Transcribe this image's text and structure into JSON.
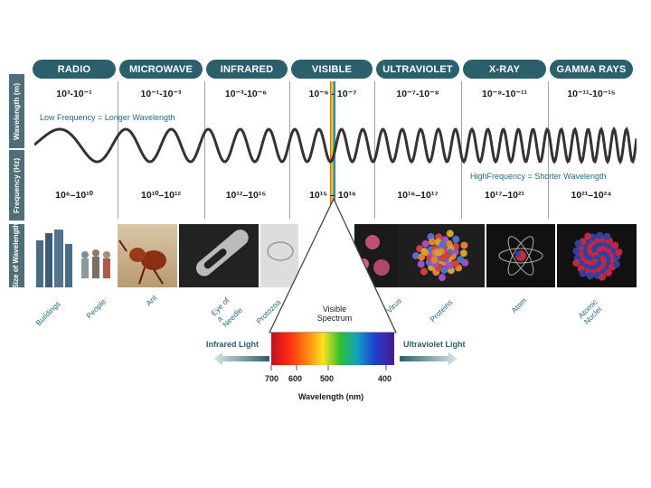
{
  "side_labels": {
    "wavelength": "Wavelength (m)",
    "frequency": "Frequency (Hz)",
    "size": "Size of Wavelength"
  },
  "bands": [
    {
      "name": "RADIO",
      "wavelength": "10³-10⁻¹",
      "frequency": "10⁶–10¹⁰"
    },
    {
      "name": "MICROWAVE",
      "wavelength": "10⁻¹-10⁻³",
      "frequency": "10¹⁰–10¹²"
    },
    {
      "name": "INFRARED",
      "wavelength": "10⁻³-10⁻⁶",
      "frequency": "10¹²–10¹⁵"
    },
    {
      "name": "VISIBLE",
      "wavelength": "10⁻⁶ - 10⁻⁷",
      "frequency": "10¹⁵ – 10¹⁶"
    },
    {
      "name": "ULTRAVIOLET",
      "wavelength": "10⁻⁷-10⁻⁸",
      "frequency": "10¹⁶–10¹⁷"
    },
    {
      "name": "X-RAY",
      "wavelength": "10⁻⁸-10⁻¹¹",
      "frequency": "10¹⁷–10²¹"
    },
    {
      "name": "GAMMA RAYS",
      "wavelength": "10⁻¹¹-10⁻¹⁵",
      "frequency": "10²¹–10²⁴"
    }
  ],
  "notes": {
    "low": "Low Frequency = Longer Wavelength",
    "high": "HighFrequency = Shorter Wavelength"
  },
  "sizes": [
    {
      "label": "Buildings"
    },
    {
      "label": "People"
    },
    {
      "label": "Ant"
    },
    {
      "label": "Eye of a Needle"
    },
    {
      "label": "Protozoa"
    },
    {
      "label": "Virus"
    },
    {
      "label": "Proteins"
    },
    {
      "label": "Atom"
    },
    {
      "label": "Atomic Nuclei"
    }
  ],
  "spectrum": {
    "title_line1": "Visible",
    "title_line2": "Spectrum",
    "infrared": "Infrared Light",
    "ultraviolet": "Ultraviolet Light",
    "ticks": [
      "700",
      "600",
      "500",
      "400"
    ],
    "axis_label": "Wavelength (nm)"
  },
  "colors": {
    "band": "#2c5f6c",
    "accent": "#1f6b80",
    "side": "#4e6f78"
  }
}
